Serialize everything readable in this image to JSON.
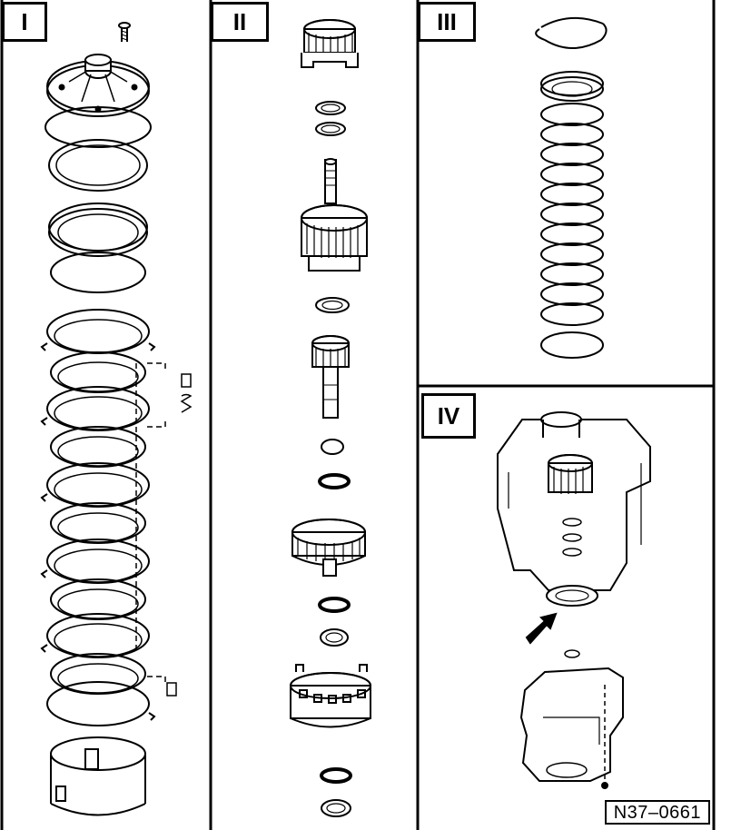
{
  "panels": [
    {
      "id": "I",
      "label": "I"
    },
    {
      "id": "II",
      "label": "II"
    },
    {
      "id": "III",
      "label": "III"
    },
    {
      "id": "IV",
      "label": "IV"
    }
  ],
  "figure_ref": "N37–0661"
}
